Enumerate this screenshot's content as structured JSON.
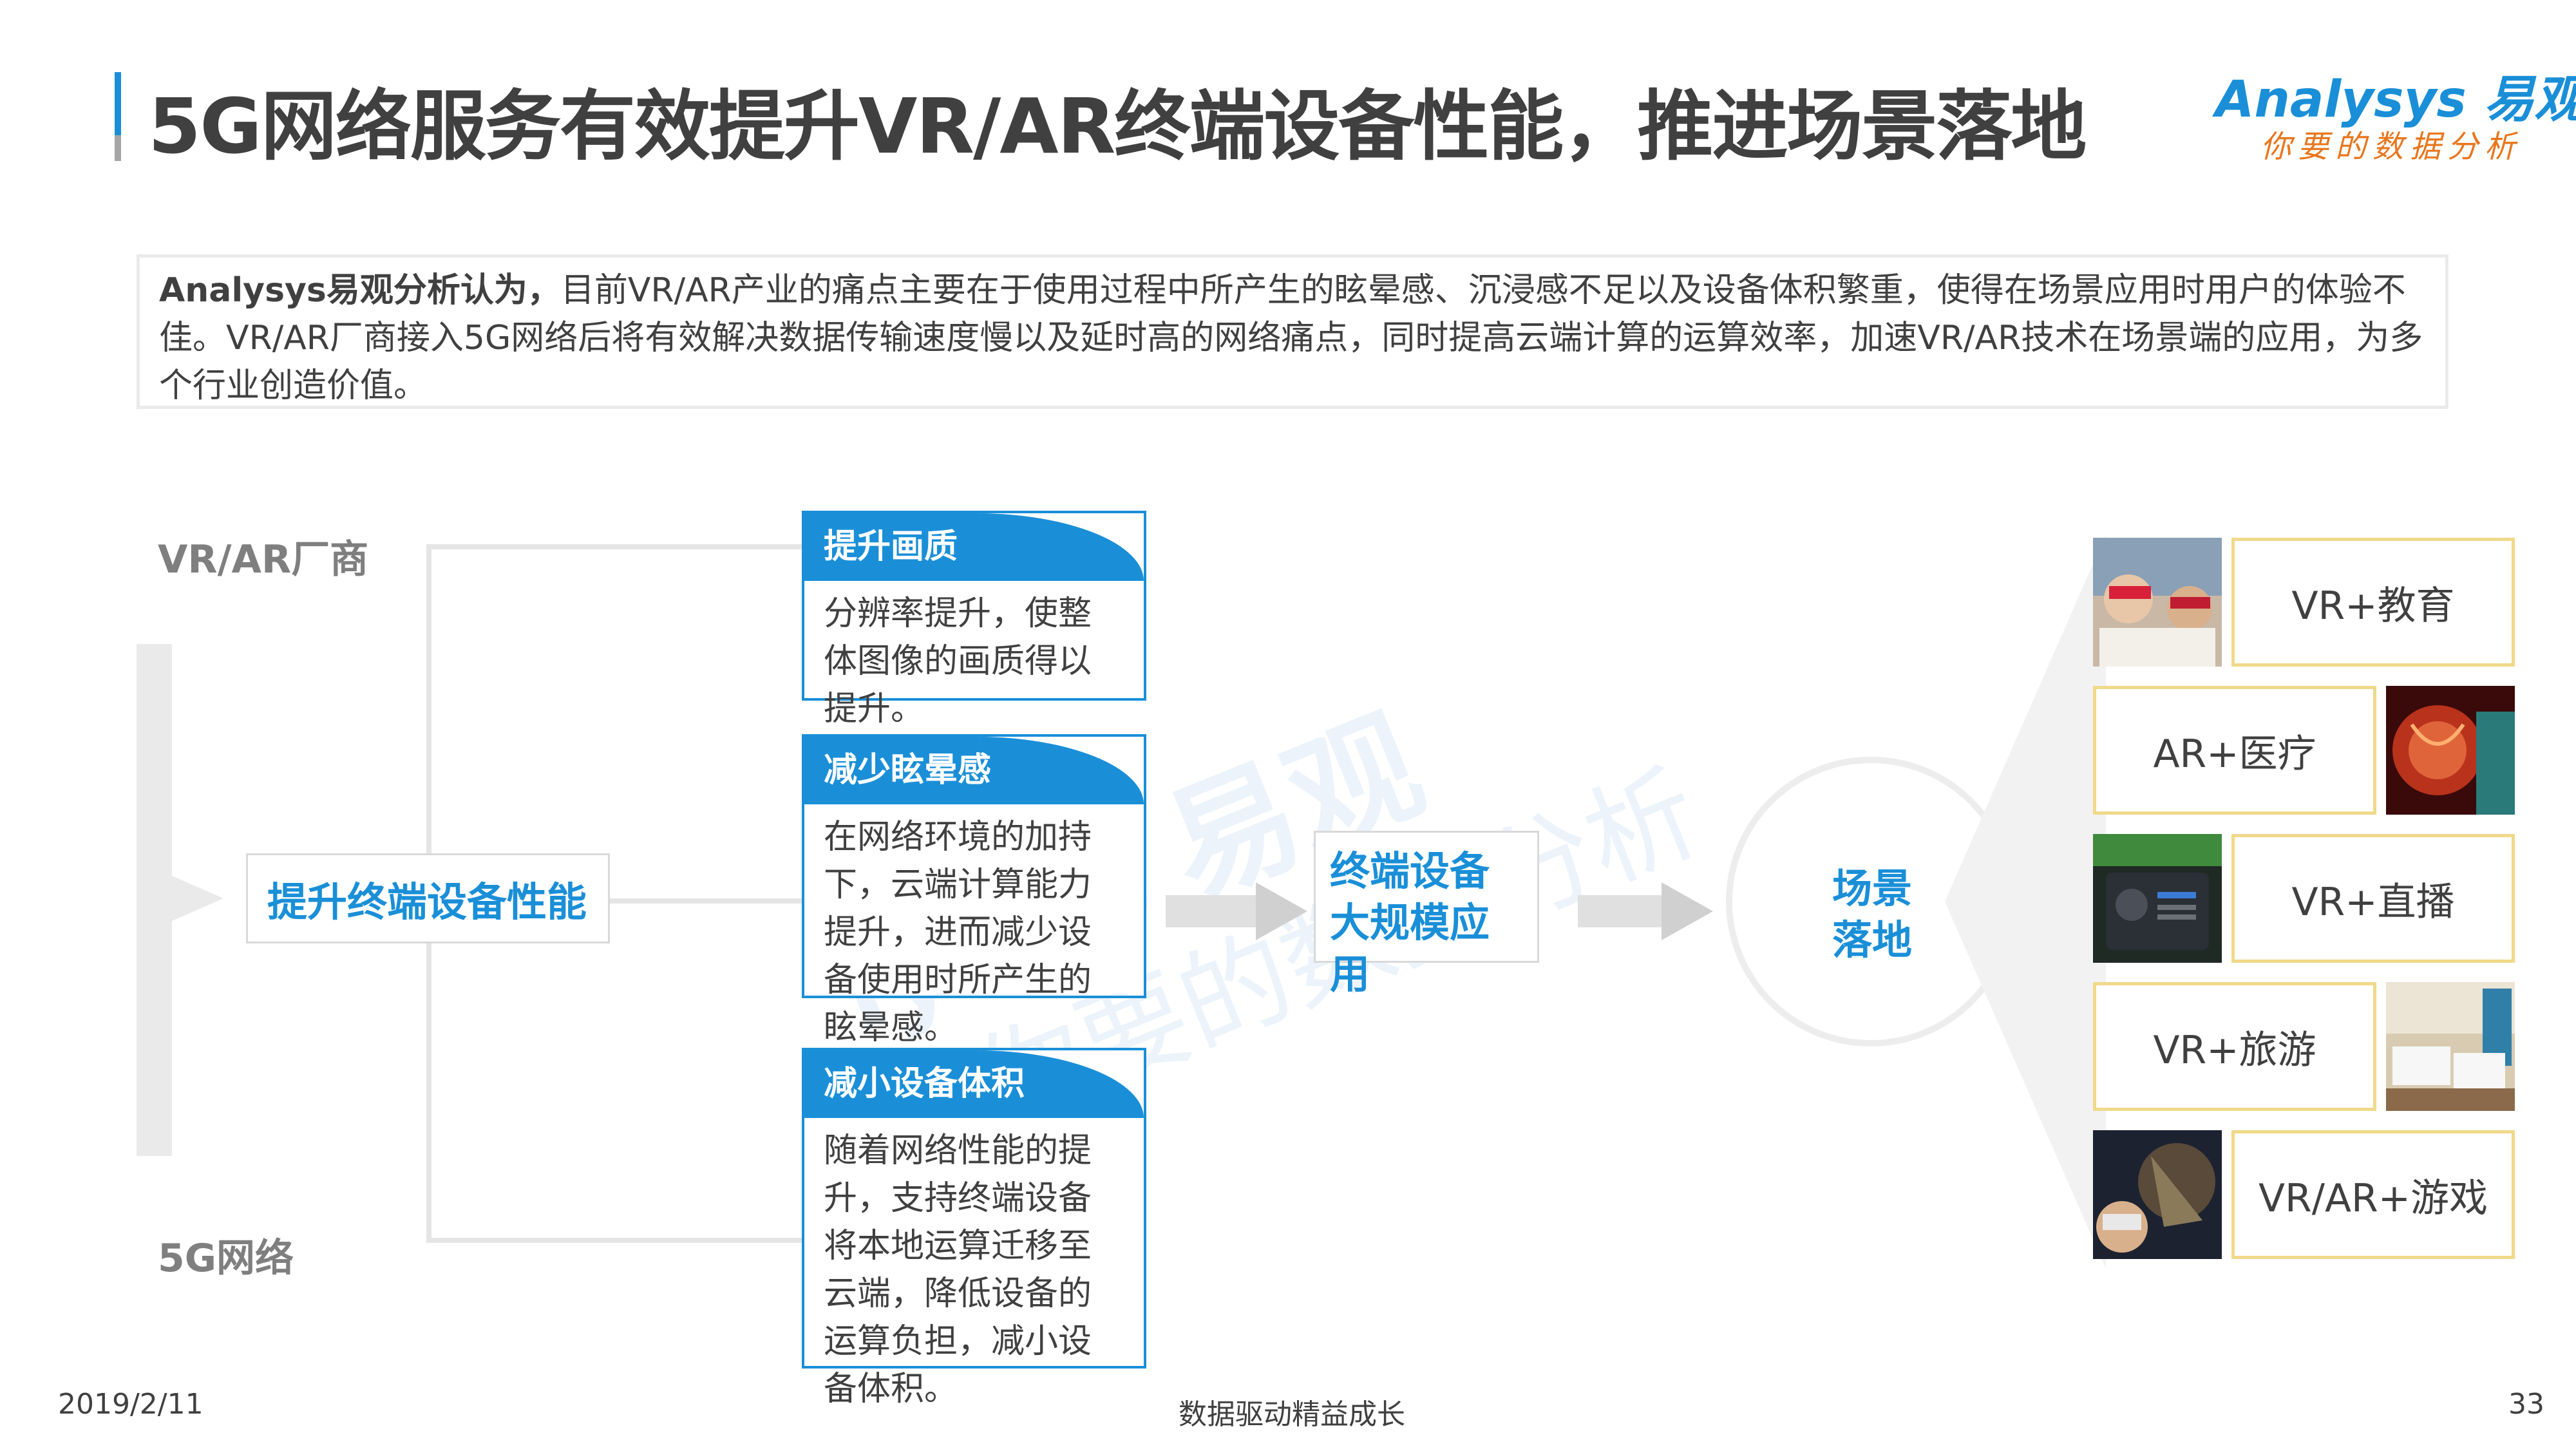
{
  "title": "5G网络服务有效提升VR/AR终端设备性能，推进场景落地",
  "logo": {
    "brand": "Analysys 易观",
    "slogan": "你要的数据分析"
  },
  "summary": {
    "lead": "Analysys易观分析认为，",
    "text": "目前VR/AR产业的痛点主要在于使用过程中所产生的眩晕感、沉浸感不足以及设备体积繁重，使得在场景应用时用户的体验不佳。VR/AR厂商接入5G网络后将有效解决数据传输速度慢以及延时高的网络痛点，同时提高云端计算的运算效率，加速VR/AR技术在场景端的应用，为多个行业创造价值。"
  },
  "diagram": {
    "left_top_label": "VR/AR厂商",
    "left_bottom_label": "5G网络",
    "feature": "提升终端设备性能",
    "cards": [
      {
        "title": "提升画质",
        "body": "分辨率提升，使整体图像的画质得以提升。"
      },
      {
        "title": "减少眩晕感",
        "body": "在网络环境的加持下，云端计算能力提升，进而减少设备使用时所产生的眩晕感。"
      },
      {
        "title": "减小设备体积",
        "body": "随着网络性能的提升，支持终端设备将本地运算迁移至云端，降低设备的运算负担，减小设备体积。"
      }
    ],
    "mid_box": "终端设备大规模应用",
    "scene": "场景落地",
    "scenarios": [
      "VR+教育",
      "AR+医疗",
      "VR+直播",
      "VR+旅游",
      "VR/AR+游戏"
    ]
  },
  "footer": {
    "date": "2019/2/11",
    "slogan": "数据驱动精益成长",
    "page": "33"
  },
  "colors": {
    "accent": "#1a8fd8",
    "gold": "#f0d98a",
    "orange": "#e8761d"
  }
}
